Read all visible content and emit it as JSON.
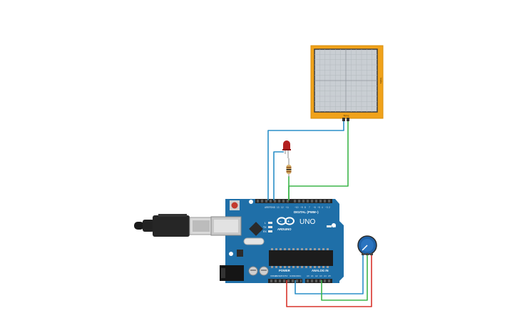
{
  "circuit": {
    "board": {
      "model_label": "UNO",
      "brand_label": "ARDUINO",
      "digital_header_label": "DIGITAL (PWM~)",
      "power_header_label": "POWER",
      "analog_header_label": "ANALOG IN",
      "on_label": "ON",
      "tx_label": "TX",
      "rx_label": "RX",
      "l_label": "L"
    },
    "oscilloscope": {
      "time_label": "Time",
      "volts_label": "Volts"
    },
    "components": [
      "usb-cable",
      "arduino-uno",
      "oscilloscope",
      "led",
      "resistor",
      "potentiometer"
    ],
    "colors": {
      "board": "#1f6fa8",
      "scope_frame": "#f0a21a",
      "scope_screen": "#c9ced3",
      "wire_blue": "#2a8fc8",
      "wire_green": "#3db54a",
      "wire_red": "#d8342c",
      "led": "#b31f1f",
      "pot": "#1f62a8"
    }
  }
}
